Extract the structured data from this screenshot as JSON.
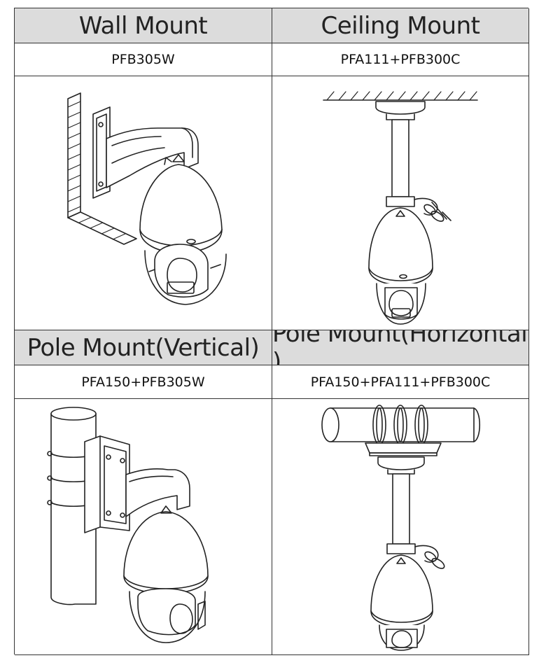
{
  "mounts": [
    {
      "title": "Wall Mount",
      "model": "PFB305W",
      "illustration": "wall-mount-camera-icon"
    },
    {
      "title": "Ceiling Mount",
      "model": "PFA111+PFB300C",
      "illustration": "ceiling-mount-camera-icon"
    },
    {
      "title": "Pole Mount(Vertical)",
      "model": "PFA150+PFB305W",
      "illustration": "vertical-pole-mount-camera-icon"
    },
    {
      "title": "Pole Mount(Horizontal )",
      "model": "PFA150+PFA111+PFB300C",
      "illustration": "horizontal-pole-mount-camera-icon"
    }
  ],
  "colors": {
    "header_bg": "#dcdcdc",
    "line": "#222222",
    "grid_line": "#333333"
  }
}
